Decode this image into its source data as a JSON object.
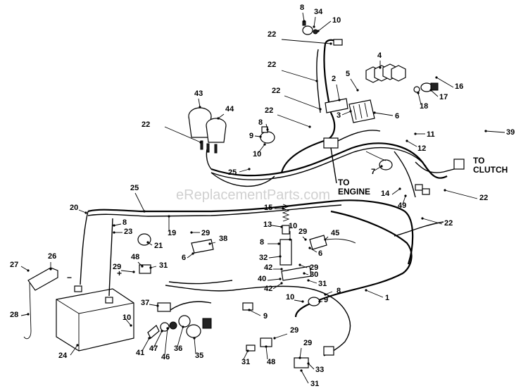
{
  "watermark": "eReplacementParts.com",
  "annotations": {
    "to_engine_line1": "TO",
    "to_engine_line2": "ENGINE",
    "to_clutch_line1": "TO",
    "to_clutch_line2": "CLUTCH",
    "minus": "−",
    "plus": "+"
  },
  "callouts": [
    "8",
    "34",
    "10",
    "22",
    "4",
    "22",
    "2",
    "5",
    "16",
    "22",
    "3",
    "6",
    "17",
    "18",
    "43",
    "44",
    "22",
    "8",
    "9",
    "10",
    "11",
    "12",
    "39",
    "22",
    "25",
    "7",
    "14",
    "49",
    "22",
    "15",
    "25",
    "20",
    "8",
    "23",
    "19",
    "29",
    "13",
    "10",
    "29",
    "45",
    "22",
    "21",
    "38",
    "8",
    "6",
    "32",
    "6",
    "48",
    "29",
    "31",
    "42",
    "30",
    "40",
    "29",
    "26",
    "27",
    "31",
    "42",
    "8",
    "37",
    "10",
    "9",
    "1",
    "9",
    "28",
    "24",
    "10",
    "41",
    "47",
    "46",
    "36",
    "35",
    "29",
    "31",
    "48",
    "29",
    "33",
    "31"
  ]
}
